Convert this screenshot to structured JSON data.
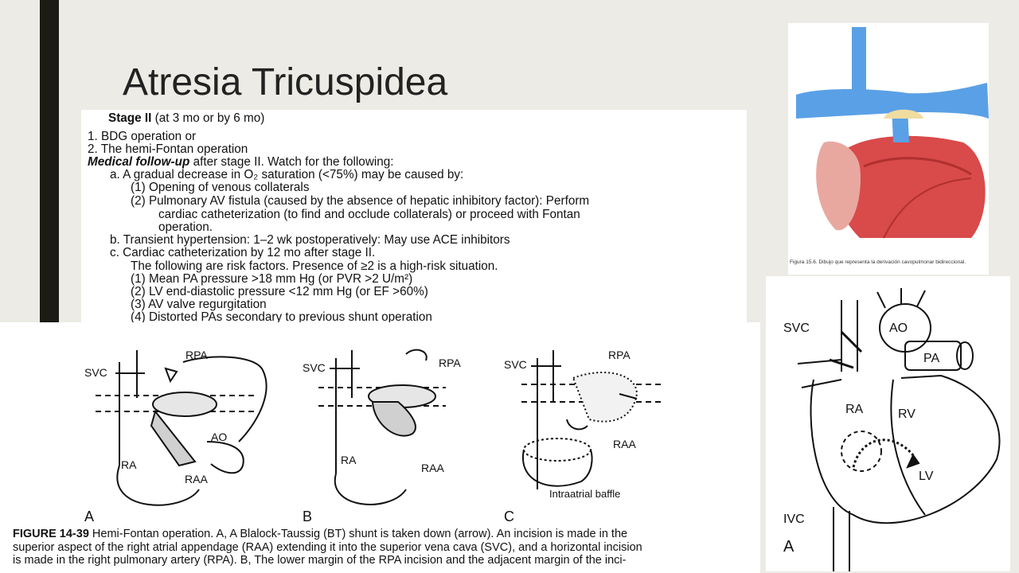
{
  "slide": {
    "title": "Atresia Tricuspidea"
  },
  "excerpt": {
    "stage_bold": "Stage II",
    "stage_rest": " (at 3 mo or by 6 mo)",
    "l1": "1.  BDG operation or",
    "l2": "2.  The hemi-Fontan operation",
    "followup_bold": "Medical follow-up",
    "followup_rest": " after stage II. Watch for the following:",
    "la": "a.  A gradual decrease in O₂ saturation (<75%) may be caused by:",
    "la1": "(1)  Opening of venous collaterals",
    "la2": "(2)  Pulmonary AV fistula (caused by the absence of hepatic inhibitory factor): Perform",
    "la2b": "cardiac catheterization (to find and occlude collaterals) or proceed with Fontan",
    "la2c": "operation.",
    "lb": "b.  Transient hypertension: 1–2 wk postoperatively: May use ACE inhibitors",
    "lc": "c.  Cardiac catheterization by 12 mo after stage II.",
    "lc_risk": "The following are risk factors. Presence of ≥2 is a high-risk situation.",
    "lc1": "(1)  Mean PA pressure >18 mm Hg (or PVR >2 U/m²)",
    "lc2": "(2)  LV end-diastolic pressure <12 mm Hg (or EF >60%)",
    "lc3": "(3)  AV valve regurgitation",
    "lc4": "(4)  Distorted PAs secondary to previous shunt operation"
  },
  "figure_panel": {
    "a": {
      "svc": "SVC",
      "rpa": "RPA",
      "ao": "AO",
      "ra": "RA",
      "raa": "RAA",
      "letter": "A"
    },
    "b": {
      "svc": "SVC",
      "rpa": "RPA",
      "ra": "RA",
      "raa": "RAA",
      "letter": "B"
    },
    "c": {
      "svc": "SVC",
      "rpa": "RPA",
      "raa": "RAA",
      "baffle": "Intraatrial baffle",
      "letter": "C"
    },
    "caption_bold": "FIGURE 14-39",
    "caption_1": "   Hemi-Fontan operation. A, A Blalock-Taussig (BT) shunt is taken down (arrow). An incision is made in the",
    "caption_2": "superior aspect of the right atrial appendage (RAA) extending it into the superior vena cava (SVC), and a horizontal incision",
    "caption_3": "is made in the right pulmonary artery (RPA). B, The lower margin of the RPA incision and the adjacent margin of the inci-"
  },
  "color_figure": {
    "caption": "Figura 15.6. Dibujo que representa la derivación cavopulmonar bidireccional."
  },
  "right_figure": {
    "svc": "SVC",
    "ao": "AO",
    "pa": "PA",
    "ra": "RA",
    "rv": "RV",
    "lv": "LV",
    "ivc": "IVC",
    "letter": "A"
  },
  "colors": {
    "background": "#ecebe5",
    "accent_bar": "#1c1c15",
    "vessel_blue": "#5aa0e6",
    "muscle_red": "#d94a4a"
  }
}
